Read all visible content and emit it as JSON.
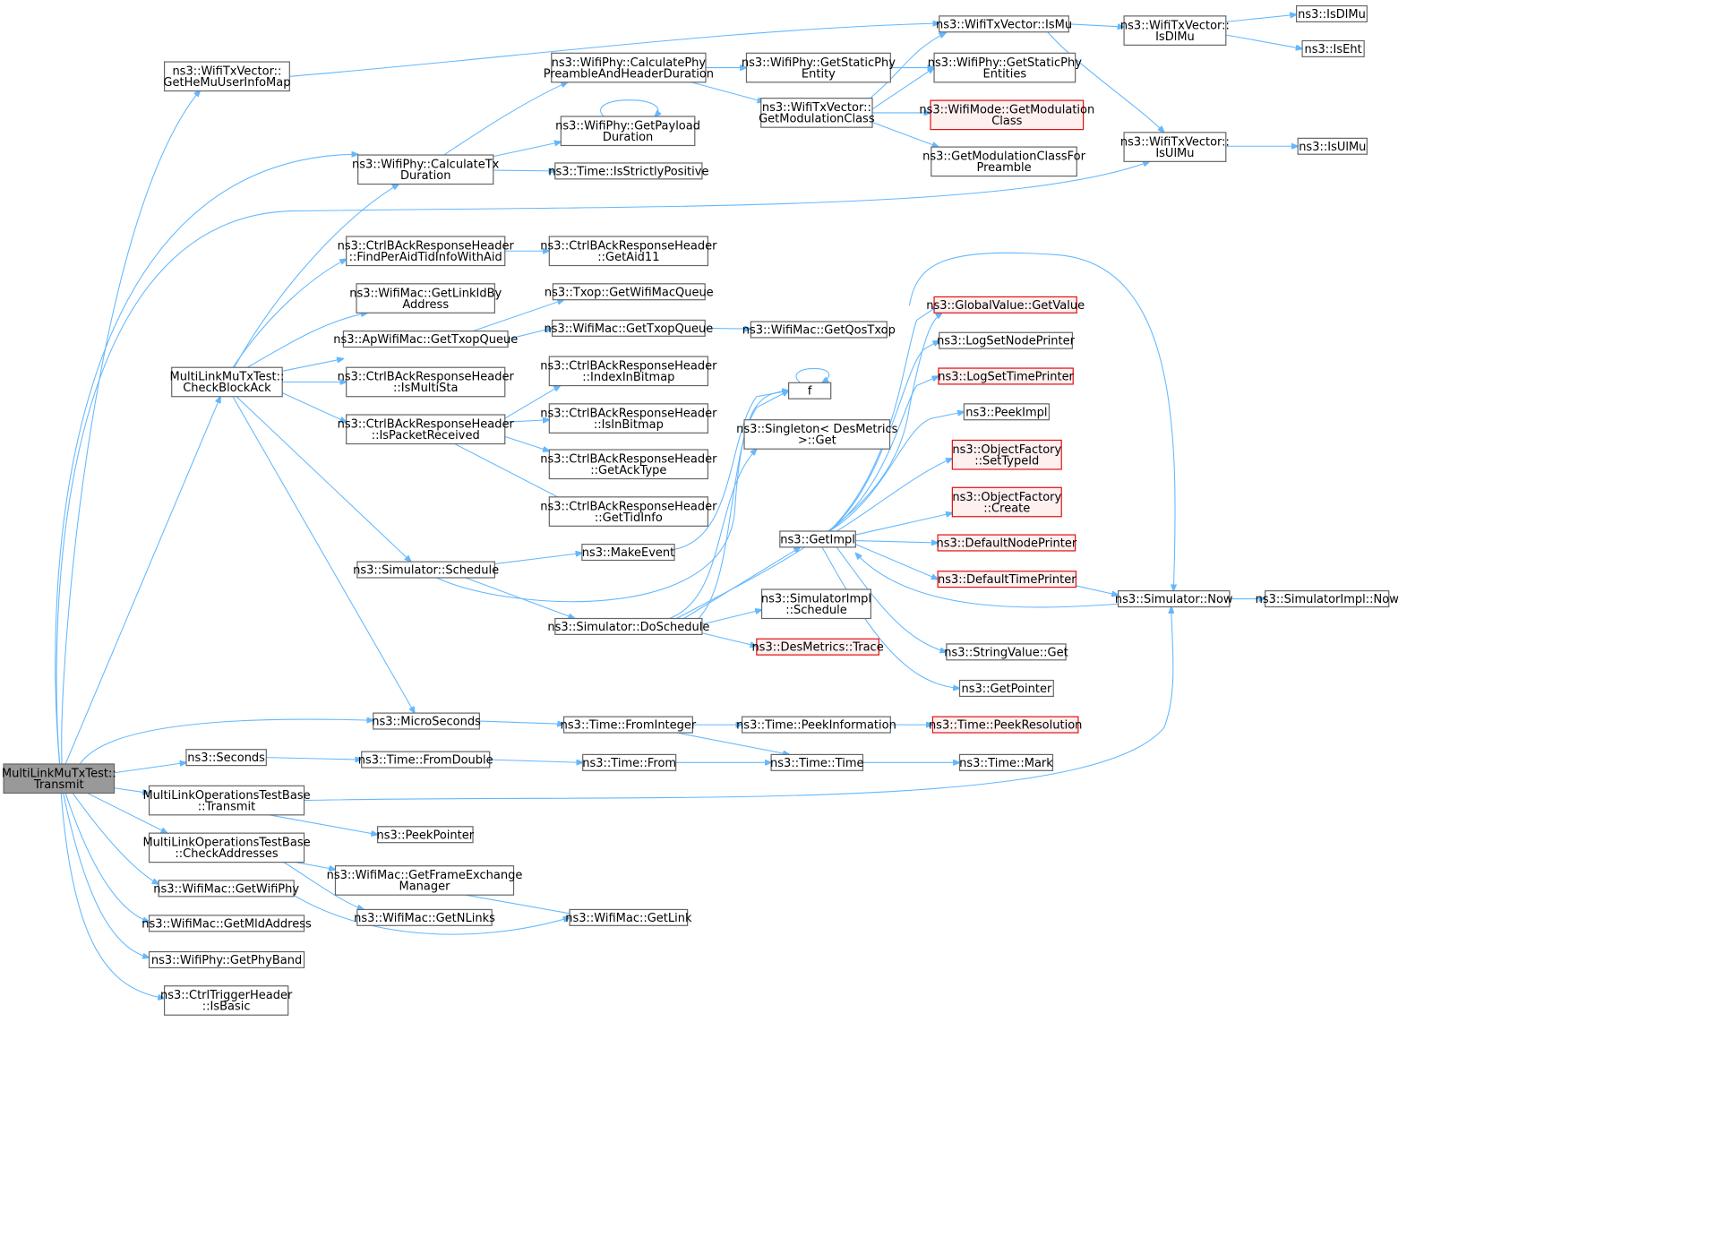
{
  "graph": {
    "colors": {
      "edge": "#63b8ff",
      "root_fill": "#999999",
      "node_stroke": "#666666",
      "truncated_stroke": "#e01010",
      "truncated_fill": "#fff0f0"
    },
    "nodes": [
      {
        "id": "root",
        "label": [
          "MultiLinkMuTxTest::",
          "Transmit"
        ],
        "kind": "root"
      },
      {
        "id": "getHeMu",
        "label": [
          "ns3::WifiTxVector::",
          "GetHeMuUserInfoMap"
        ]
      },
      {
        "id": "calcTx",
        "label": [
          "ns3::WifiPhy::CalculateTx",
          "Duration"
        ]
      },
      {
        "id": "checkBA",
        "label": [
          "MultiLinkMuTxTest::",
          "CheckBlockAck"
        ]
      },
      {
        "id": "micro",
        "label": [
          "ns3::MicroSeconds"
        ]
      },
      {
        "id": "seconds",
        "label": [
          "ns3::Seconds"
        ]
      },
      {
        "id": "mloTransmit",
        "label": [
          "MultiLinkOperationsTestBase",
          "::Transmit"
        ]
      },
      {
        "id": "mloCheckAddr",
        "label": [
          "MultiLinkOperationsTestBase",
          "::CheckAddresses"
        ]
      },
      {
        "id": "getWifiPhy",
        "label": [
          "ns3::WifiMac::GetWifiPhy"
        ]
      },
      {
        "id": "getMld",
        "label": [
          "ns3::WifiMac::GetMldAddress"
        ]
      },
      {
        "id": "getPhyBand",
        "label": [
          "ns3::WifiPhy::GetPhyBand"
        ]
      },
      {
        "id": "isBasic",
        "label": [
          "ns3::CtrlTriggerHeader",
          "::IsBasic"
        ]
      },
      {
        "id": "calcPreamble",
        "label": [
          "ns3::WifiPhy::CalculatePhy",
          "PreambleAndHeaderDuration"
        ]
      },
      {
        "id": "getPayload",
        "label": [
          "ns3::WifiPhy::GetPayload",
          "Duration"
        ]
      },
      {
        "id": "isStrictPos",
        "label": [
          "ns3::Time::IsStrictlyPositive"
        ]
      },
      {
        "id": "findPerAid",
        "label": [
          "ns3::CtrlBAckResponseHeader",
          "::FindPerAidTidInfoWithAid"
        ]
      },
      {
        "id": "getLinkIdBy",
        "label": [
          "ns3::WifiMac::GetLinkIdBy",
          "Address"
        ]
      },
      {
        "id": "apGetTxop",
        "label": [
          "ns3::ApWifiMac::GetTxopQueue"
        ]
      },
      {
        "id": "isMultiSta",
        "label": [
          "ns3::CtrlBAckResponseHeader",
          "::IsMultiSta"
        ]
      },
      {
        "id": "isPktRecv",
        "label": [
          "ns3::CtrlBAckResponseHeader",
          "::IsPacketReceived"
        ]
      },
      {
        "id": "simSchedule",
        "label": [
          "ns3::Simulator::Schedule"
        ]
      },
      {
        "id": "fromDouble",
        "label": [
          "ns3::Time::FromDouble"
        ]
      },
      {
        "id": "peekPointer",
        "label": [
          "ns3::PeekPointer"
        ]
      },
      {
        "id": "getFEM",
        "label": [
          "ns3::WifiMac::GetFrameExchange",
          "Manager"
        ]
      },
      {
        "id": "getNLinks",
        "label": [
          "ns3::WifiMac::GetNLinks"
        ]
      },
      {
        "id": "getStaticPhy",
        "label": [
          "ns3::WifiPhy::GetStaticPhy",
          "Entity"
        ]
      },
      {
        "id": "getModClass",
        "label": [
          "ns3::WifiTxVector::",
          "GetModulationClass"
        ]
      },
      {
        "id": "getAid11",
        "label": [
          "ns3::CtrlBAckResponseHeader",
          "::GetAid11"
        ]
      },
      {
        "id": "txopGetQueue",
        "label": [
          "ns3::Txop::GetWifiMacQueue"
        ]
      },
      {
        "id": "wmGetTxop",
        "label": [
          "ns3::WifiMac::GetTxopQueue"
        ]
      },
      {
        "id": "indexInBitmap",
        "label": [
          "ns3::CtrlBAckResponseHeader",
          "::IndexInBitmap"
        ]
      },
      {
        "id": "isInBitmap",
        "label": [
          "ns3::CtrlBAckResponseHeader",
          "::IsInBitmap"
        ]
      },
      {
        "id": "getAckType",
        "label": [
          "ns3::CtrlBAckResponseHeader",
          "::GetAckType"
        ]
      },
      {
        "id": "getTidInfo",
        "label": [
          "ns3::CtrlBAckResponseHeader",
          "::GetTidInfo"
        ]
      },
      {
        "id": "makeEvent",
        "label": [
          "ns3::MakeEvent"
        ]
      },
      {
        "id": "doSchedule",
        "label": [
          "ns3::Simulator::DoSchedule"
        ]
      },
      {
        "id": "fromInteger",
        "label": [
          "ns3::Time::FromInteger"
        ]
      },
      {
        "id": "timeFrom",
        "label": [
          "ns3::Time::From"
        ]
      },
      {
        "id": "getLink",
        "label": [
          "ns3::WifiMac::GetLink"
        ]
      },
      {
        "id": "isMu",
        "label": [
          "ns3::WifiTxVector::IsMu"
        ]
      },
      {
        "id": "getStaticPhyEntities",
        "label": [
          "ns3::WifiPhy::GetStaticPhy",
          "Entities"
        ]
      },
      {
        "id": "wmGetModClass",
        "label": [
          "ns3::WifiMode::GetModulation",
          "Class"
        ],
        "kind": "red"
      },
      {
        "id": "getModClassPre",
        "label": [
          "ns3::GetModulationClassFor",
          "Preamble"
        ]
      },
      {
        "id": "getQosTxop",
        "label": [
          "ns3::WifiMac::GetQosTxop"
        ]
      },
      {
        "id": "f",
        "label": [
          "f"
        ]
      },
      {
        "id": "singletonGet",
        "label": [
          "ns3::Singleton< DesMetrics",
          " >::Get"
        ]
      },
      {
        "id": "getImpl",
        "label": [
          "ns3::GetImpl"
        ]
      },
      {
        "id": "simImplSchedule",
        "label": [
          "ns3::SimulatorImpl",
          "::Schedule"
        ]
      },
      {
        "id": "desTrace",
        "label": [
          "ns3::DesMetrics::Trace"
        ],
        "kind": "red"
      },
      {
        "id": "peekInfo",
        "label": [
          "ns3::Time::PeekInformation"
        ]
      },
      {
        "id": "timeTime",
        "label": [
          "ns3::Time::Time"
        ]
      },
      {
        "id": "isDlMu",
        "label": [
          "ns3::WifiTxVector::",
          "IsDlMu"
        ]
      },
      {
        "id": "isUlMu",
        "label": [
          "ns3::WifiTxVector::",
          "IsUlMu"
        ]
      },
      {
        "id": "gvGetValue",
        "label": [
          "ns3::GlobalValue::GetValue"
        ],
        "kind": "red"
      },
      {
        "id": "logNodePrinter",
        "label": [
          "ns3::LogSetNodePrinter"
        ]
      },
      {
        "id": "logTimePrinter",
        "label": [
          "ns3::LogSetTimePrinter"
        ],
        "kind": "red"
      },
      {
        "id": "peekImpl",
        "label": [
          "ns3::PeekImpl"
        ]
      },
      {
        "id": "ofSetTypeId",
        "label": [
          "ns3::ObjectFactory",
          "::SetTypeId"
        ],
        "kind": "red"
      },
      {
        "id": "ofCreate",
        "label": [
          "ns3::ObjectFactory",
          "::Create"
        ],
        "kind": "red"
      },
      {
        "id": "defNodePrinter",
        "label": [
          "ns3::DefaultNodePrinter"
        ],
        "kind": "red"
      },
      {
        "id": "defTimePrinter",
        "label": [
          "ns3::DefaultTimePrinter"
        ],
        "kind": "red"
      },
      {
        "id": "stringValueGet",
        "label": [
          "ns3::StringValue::Get"
        ]
      },
      {
        "id": "getPointer",
        "label": [
          "ns3::GetPointer"
        ]
      },
      {
        "id": "peekResolution",
        "label": [
          "ns3::Time::PeekResolution"
        ],
        "kind": "red"
      },
      {
        "id": "timeMark",
        "label": [
          "ns3::Time::Mark"
        ]
      },
      {
        "id": "isDlMuFree",
        "label": [
          "ns3::IsDlMu"
        ]
      },
      {
        "id": "isEht",
        "label": [
          "ns3::IsEht"
        ]
      },
      {
        "id": "isUlMuFree",
        "label": [
          "ns3::IsUlMu"
        ]
      },
      {
        "id": "simNow",
        "label": [
          "ns3::Simulator::Now"
        ]
      },
      {
        "id": "simImplNow",
        "label": [
          "ns3::SimulatorImpl::Now"
        ]
      }
    ]
  }
}
